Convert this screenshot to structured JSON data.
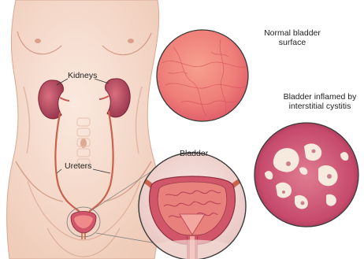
{
  "labels": {
    "kidneys": "Kidneys",
    "ureters": "Ureters",
    "bladder": "Bladder",
    "normal_line1": "Normal bladder",
    "normal_line2": "surface",
    "inflamed_line1": "Bladder inflamed by",
    "inflamed_line2": "interstitial cystitis"
  },
  "colors": {
    "skin": "#f6dccd",
    "skin_shadow": "#e9bfaa",
    "kidney": "#b7475a",
    "ureter": "#c9634c",
    "bladder_tissue": "#d2566a",
    "normal_surface": "#ef8a80",
    "inflamed_surface": "#d0607c",
    "inflamed_patch": "#f6eadf",
    "outline": "#3a3a3a"
  }
}
